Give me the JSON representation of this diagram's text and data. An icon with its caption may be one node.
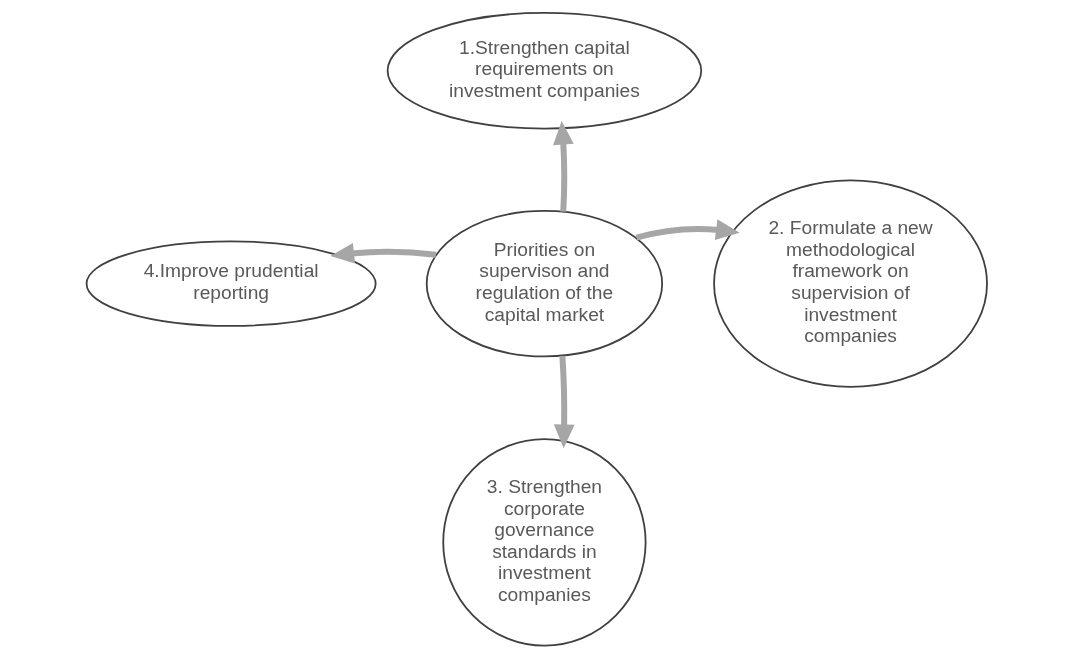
{
  "diagram": {
    "nodes": [
      {
        "text": [
          "Priorities on supervison and regulation of the capital market"
        ]
      },
      {
        "text": [
          "1.Strengthen capital requirements on investment companies"
        ]
      },
      {
        "text": [
          "2. Formulate a new methodological framework on supervision of investment companies"
        ]
      },
      {
        "text": [
          "3. Strengthen corporate governance standards in investment companies"
        ]
      },
      {
        "text": [
          "4.Improve prudential reporting"
        ]
      }
    ],
    "edges": [
      {
        "from": 0,
        "to": 1,
        "arrow": "to"
      },
      {
        "from": 0,
        "to": 2,
        "arrow": "to"
      },
      {
        "from": 0,
        "to": 3,
        "arrow": "to"
      },
      {
        "from": 0,
        "to": 4,
        "arrow": "to"
      }
    ]
  }
}
